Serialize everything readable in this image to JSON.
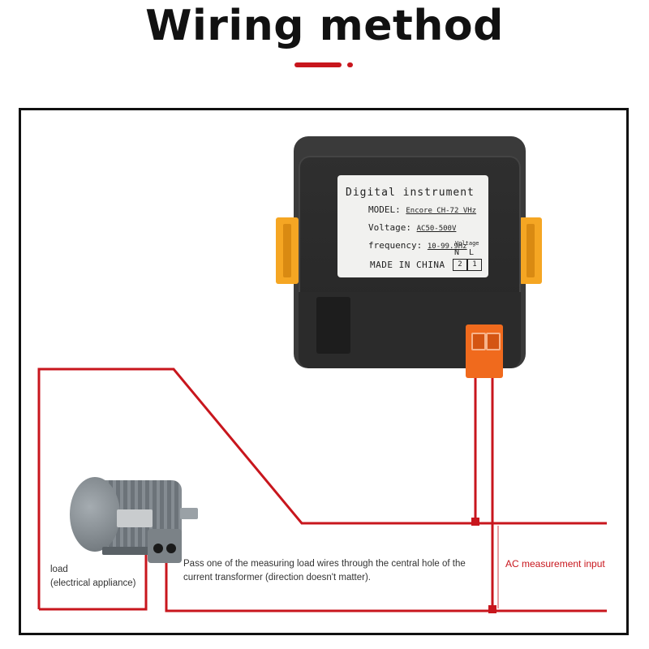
{
  "header": {
    "title": "Wiring method"
  },
  "colors": {
    "accent_red": "#c8161d",
    "wire_red": "#c8161d",
    "device_body": "#2f2f2f",
    "clip_orange": "#f5a623",
    "terminal_orange": "#f06a1d",
    "frame": "#111111"
  },
  "device": {
    "label": {
      "heading": "Digital instrument",
      "model_key": "MODEL:",
      "model_value": "Encore CH-72 VHz",
      "voltage_key": "Voltage:",
      "voltage_value": "AC50-500V",
      "frequency_key": "frequency:",
      "frequency_value": "10-99.9Hz",
      "made_in": "MADE IN CHINA",
      "terminal_group": "Voltage",
      "terminal_n": "N",
      "terminal_l": "L",
      "terminal_2": "2",
      "terminal_1": "1"
    }
  },
  "captions": {
    "load_line1": "load",
    "load_line2": "(electrical appliance)",
    "note_line1": "Pass one of the measuring load wires through the central hole of the",
    "note_line2": "current transformer (direction doesn't matter).",
    "ac_input": "AC measurement input"
  }
}
